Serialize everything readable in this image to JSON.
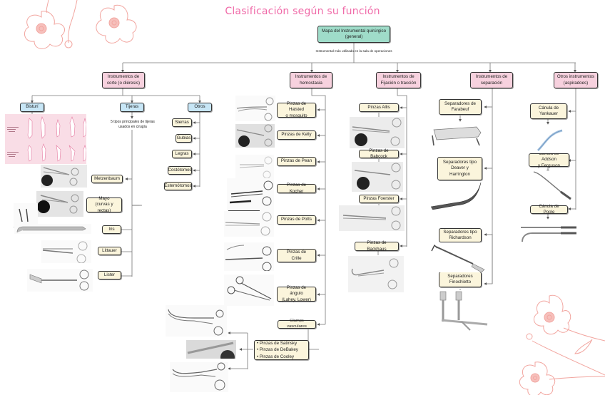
{
  "title": "Clasificación según su función",
  "root": {
    "label_line1": "Mapa del Instrumental quirúrgico",
    "label_line2": "(general)",
    "subtitle": "Instrumental más utilizado en la sala de operaciones"
  },
  "categories": [
    {
      "line1": "Instrumentos de",
      "line2": "corte (o diéresis)",
      "subcategories": [
        {
          "label": "Bisturí"
        },
        {
          "label": "Tijeras",
          "note_line1": "5 tipos principales de tijeras",
          "note_line2": "usados en cirugía",
          "items": [
            "Metzenbaum",
            "Mayo",
            "Iris",
            "Littauer",
            "Lister"
          ],
          "mayo_sub": "(curvas y rectas)"
        },
        {
          "label": "Otros",
          "items": [
            "Sierras",
            "Gubias",
            "Legras",
            "Costótomos",
            "Esternótomos"
          ]
        }
      ]
    },
    {
      "line1": "Instrumentos de",
      "line2": "hemostasia",
      "items": [
        {
          "line1": "Pinzas de Halsted",
          "line2": "o mosquito"
        },
        {
          "line1": "Pinzas de Kelly"
        },
        {
          "line1": "Pinzas de Pean"
        },
        {
          "line1": "Pinzas de Kocher"
        },
        {
          "line1": "Pinzas de Potts"
        },
        {
          "line1": "Pinzas de",
          "line2": "Crille"
        },
        {
          "line1": "Pinzas de ángulo",
          "line2": "(Lahey, Lower)"
        },
        {
          "line1": "Clamps vasculares"
        }
      ],
      "vascular_clamps": [
        "Pinzas de Satinsky",
        "Pinzas de DeBakey",
        "Pinzas de Cooley"
      ]
    },
    {
      "line1": "Instrumentos de",
      "line2": "Fijación o tracción",
      "items": [
        "Pinzas Allis",
        "Pinzas de Babcock",
        "Pinzas Foerster",
        "Pinzas de Backhaus"
      ]
    },
    {
      "line1": "Instrumentos de",
      "line2": "separación",
      "items": [
        {
          "line1": "Separadores de",
          "line2": "Farabeuf"
        },
        {
          "line1": "Separadores tipo",
          "line2": "Deaver y",
          "line3": "Harrington"
        },
        {
          "line1": "Separadores tipo",
          "line2": "Richardson"
        },
        {
          "line1": "Separadores",
          "line2": "Finochietto"
        }
      ]
    },
    {
      "line1": "Otros instrumentos",
      "line2": "(aspiradoes)",
      "items": [
        {
          "line1": "Cánula de",
          "line2": "Yankauer"
        },
        {
          "line1": "Cánula de Addson",
          "line2": "y Ferguson"
        },
        {
          "line1": "Cánula de Poole"
        }
      ]
    }
  ],
  "colors": {
    "title": "#f06aa8",
    "root_fill": "#9fdcc9",
    "category_fill": "#f7d1de",
    "subcategory_fill": "#c7e6f6",
    "leaf_fill": "#fbf5dc",
    "flower_stroke": "#f2a6a0"
  }
}
